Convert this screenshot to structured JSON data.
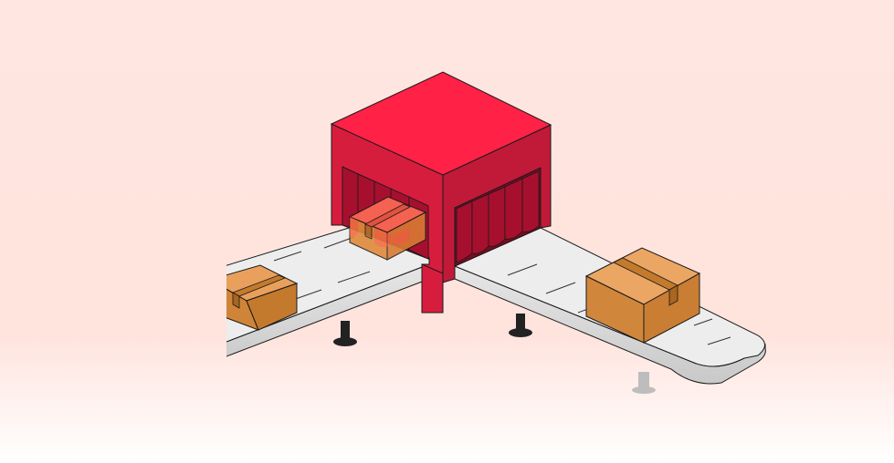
{
  "scene": {
    "subject": "conveyor-belt-scanner",
    "colors": {
      "background_top": "#FFE6E1",
      "background_bottom": "#FFFFFF",
      "machine_top": "#FF2146",
      "machine_left": "#D71D3E",
      "machine_right": "#C11A39",
      "curtain": "#A6102E",
      "belt_top": "#EDEDED",
      "belt_side": "#D9D9D9",
      "box_top": "#E8A05C",
      "box_left": "#CF8438",
      "box_right": "#B7702C",
      "tape": "#C47A2C",
      "outline": "#1A1A1A",
      "leg": "#222222"
    },
    "boxes": [
      "box-left-entering",
      "box-inside-scanner",
      "box-right-exiting"
    ]
  }
}
